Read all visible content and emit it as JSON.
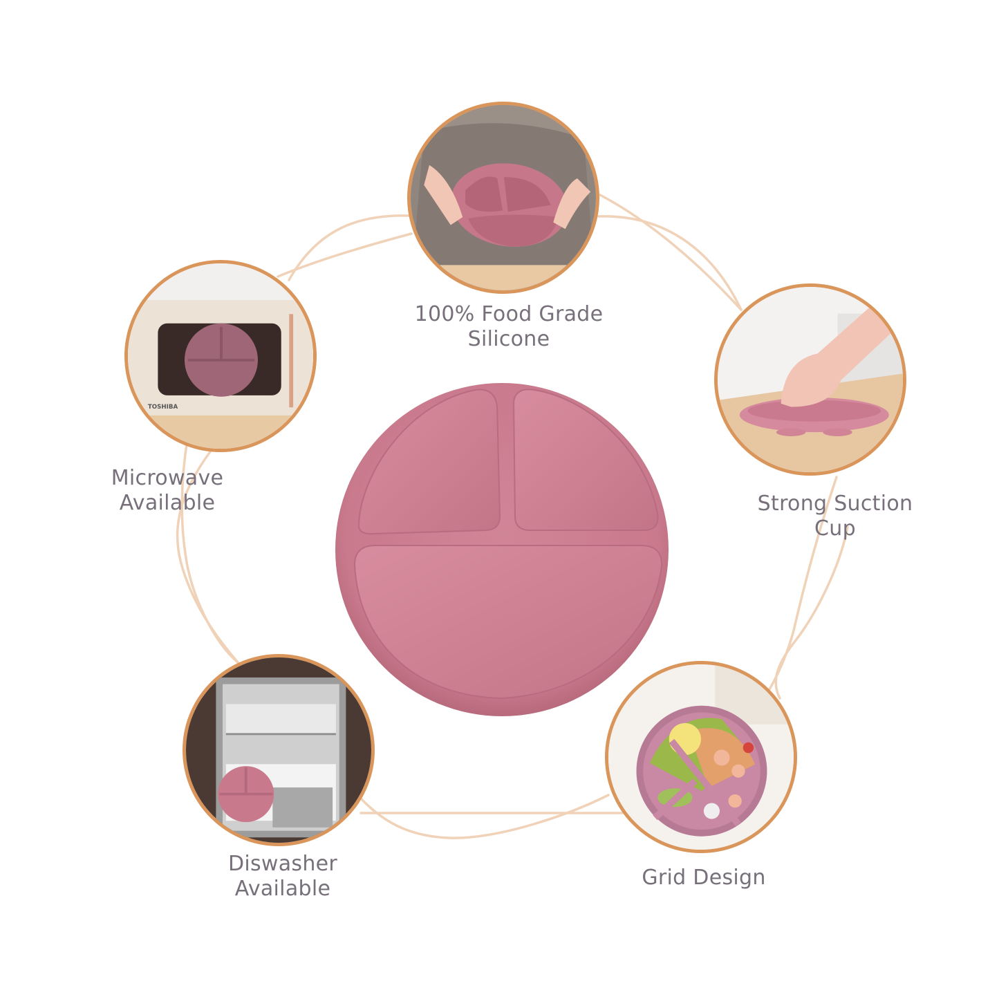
{
  "product": {
    "name": "silicone-divided-suction-plate",
    "color": "#C97A8C"
  },
  "theme": {
    "ring_color": "#D9955A",
    "connector_color": "#F0D2B8",
    "text_color": "#77707A"
  },
  "features": [
    {
      "id": "food-grade",
      "title_line1": "100% Food Grade",
      "title_line2": "Silicone",
      "scene": "hands stretching pink silicone plate over apron"
    },
    {
      "id": "microwave",
      "title_line1": "Microwave",
      "title_line2": "Available",
      "scene": "plate inside microwave",
      "brand_text": "TOSHIBA"
    },
    {
      "id": "suction",
      "title_line1": "Strong Suction",
      "title_line2": "Cup",
      "scene": "hand pressing plate onto wooden table"
    },
    {
      "id": "dishwasher",
      "title_line1": "Diswasher",
      "title_line2": "Available",
      "scene": "plate in dishwasher rack"
    },
    {
      "id": "grid",
      "title_line1": "Grid Design",
      "title_line2": "",
      "scene": "plate with salad, shrimp and avocado in compartments"
    }
  ]
}
